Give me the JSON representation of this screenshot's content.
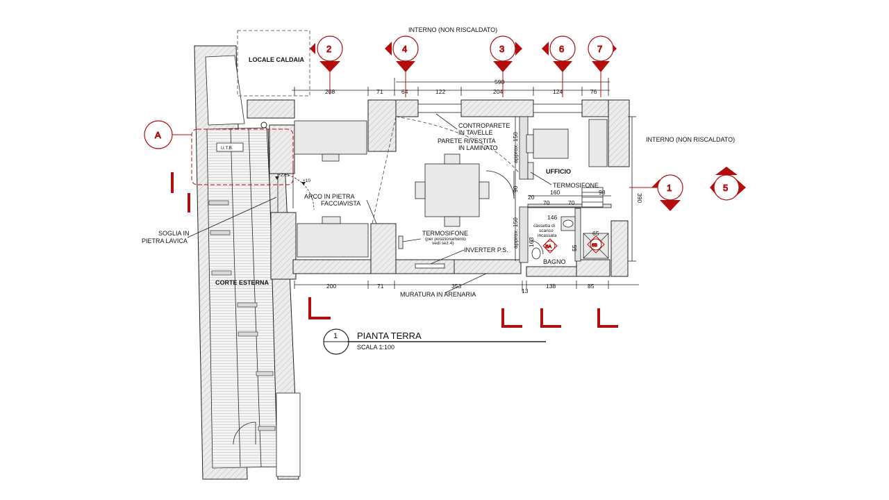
{
  "drawing": {
    "title": "PIANTA TERRA",
    "scale": "SCALA 1:100",
    "number": "1"
  },
  "sections": {
    "s2": "2",
    "s4": "4",
    "s3": "3",
    "s6": "6",
    "s7": "7",
    "s1": "1",
    "s5": "5",
    "sA": "A",
    "s6A": "6A",
    "s6B": "6B"
  },
  "labels": {
    "interno_top": "INTERNO (NON RISCALDATO)",
    "interno_right": "INTERNO (NON RISCALDATO)",
    "locale_caldaia": "LOCALE CALDAIA",
    "utb": "U.T.B.",
    "controparete_1": "CONTROPARETE",
    "controparete_2": "IN TAVELLE",
    "parete_1": "PARETE RIVESTITA",
    "parete_2": "IN LAMINATO",
    "ufficio": "UFFICIO",
    "termosifone_1": "TERMOSIFONE",
    "arco_1": "ARCO IN PIETRA",
    "arco_2": "FACCIAVISTA",
    "termosifone_2": "TERMOSIFONE",
    "termosifone_2_note_1": "(per posizionamento",
    "termosifone_2_note_2": "vedi sez.4)",
    "inverter": "INVERTER P.S.",
    "soglia_1": "SOGLIA IN",
    "soglia_2": "PIETRA LAVICA",
    "corte_esterna": "CORTE ESTERNA",
    "muratura": "MURATURA IN ARENARIA",
    "cassetta_1": "cassetta di",
    "cassetta_2": "scarico",
    "cassetta_3": "incassata",
    "bagno": "BAGNO",
    "level_1": "+27.5",
    "level_2": "+10"
  },
  "dimensions": {
    "top_total": "590",
    "top": [
      "208",
      "71",
      "64",
      "122",
      "204",
      "124",
      "76"
    ],
    "bottom": [
      "200",
      "71",
      "353",
      "13",
      "138",
      "85"
    ],
    "right": "390",
    "approx1": "approx. 150",
    "approx2": "approx. 150",
    "d90": "90",
    "d160": "160",
    "d98": "98",
    "d20": "20",
    "d70a": "70",
    "d70b": "70",
    "d146": "146",
    "d65": "65",
    "d163": "163",
    "d55": "55"
  },
  "colors": {
    "section_marker": "#b30d0d",
    "wall_fill": "#e6e6e6",
    "line": "#222222"
  }
}
